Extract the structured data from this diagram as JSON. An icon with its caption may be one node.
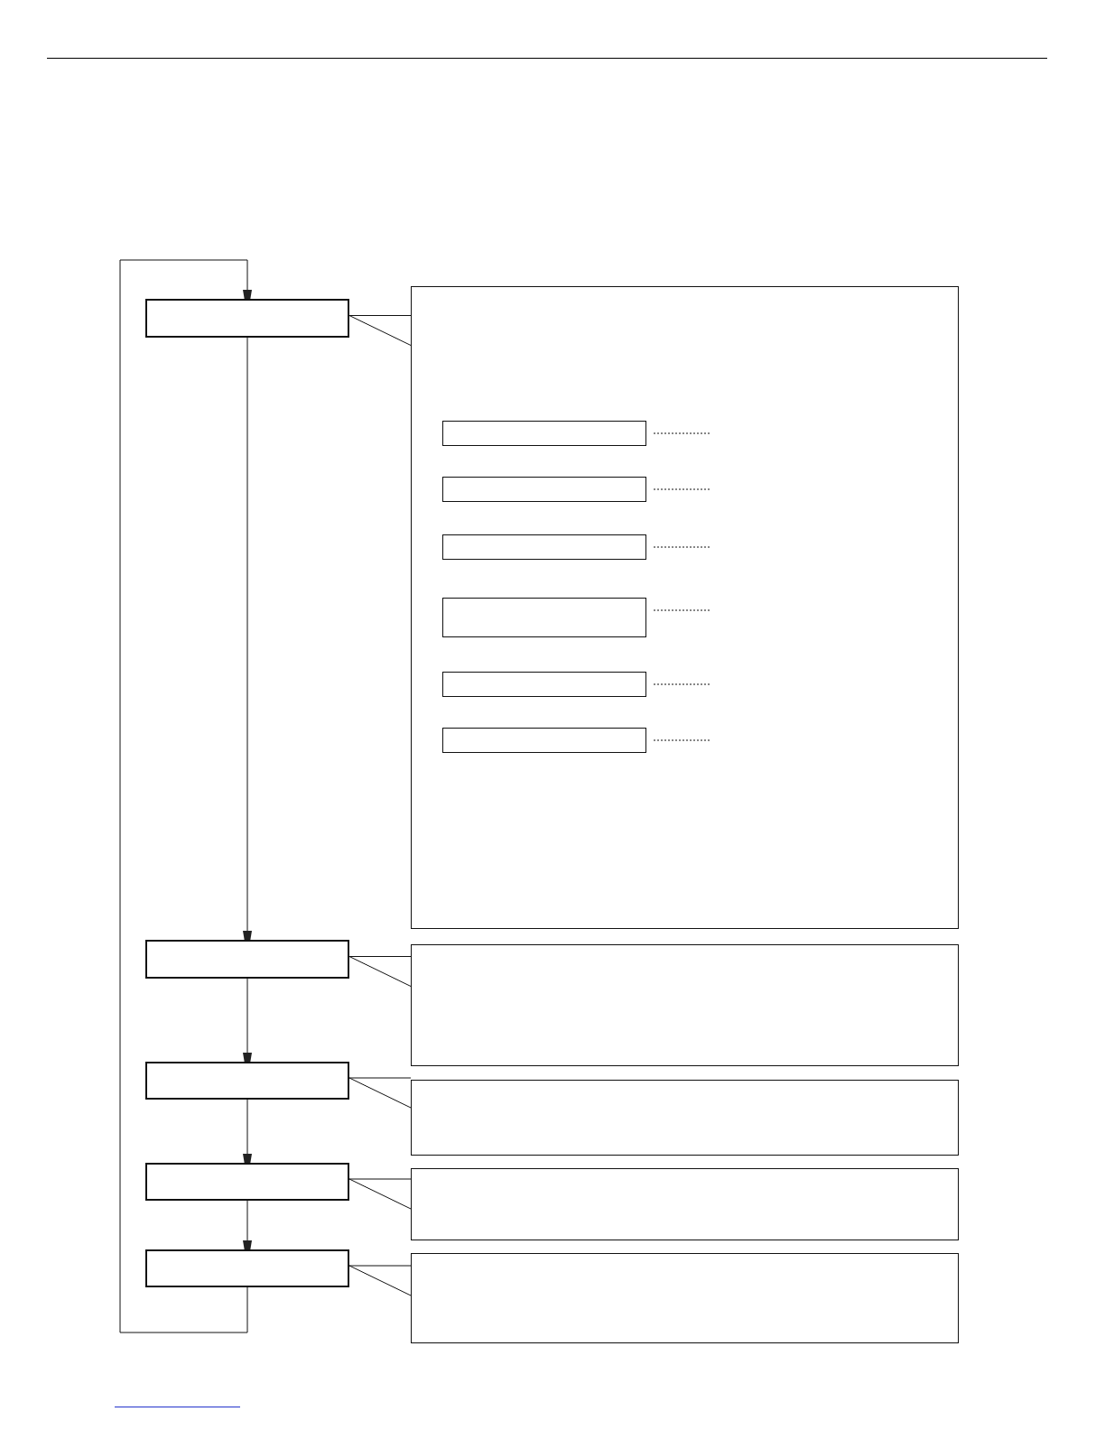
{
  "diagram": {
    "nodes": [
      {
        "text": [],
        "shape": "box"
      },
      {
        "text": [],
        "shape": "box"
      },
      {
        "text": [],
        "shape": "box",
        "in": 1
      },
      {
        "text": [],
        "shape": "box",
        "in": 1
      },
      {
        "text": [],
        "shape": "box",
        "in": 1
      },
      {
        "text": [],
        "shape": "box",
        "in": 1
      },
      {
        "text": [],
        "shape": "box",
        "in": 1
      },
      {
        "text": [],
        "shape": "box",
        "in": 1
      },
      {
        "text": [],
        "shape": "box"
      },
      {
        "text": [],
        "shape": "box"
      },
      {
        "text": [],
        "shape": "box"
      },
      {
        "text": [],
        "shape": "box"
      },
      {
        "text": [],
        "shape": "box"
      },
      {
        "text": [],
        "shape": "box"
      },
      {
        "text": [],
        "shape": "box"
      },
      {
        "text": [],
        "shape": "box"
      }
    ],
    "edges": [
      {
        "from": 0,
        "to": 8,
        "arrow": "to"
      },
      {
        "from": 8,
        "to": 10,
        "arrow": "to"
      },
      {
        "from": 10,
        "to": 12,
        "arrow": "to"
      },
      {
        "from": 12,
        "to": 14,
        "arrow": "to"
      },
      {
        "from": 14,
        "to": 0,
        "arrow": "to"
      },
      {
        "from": 0,
        "to": 1,
        "arrow": "none"
      },
      {
        "from": 8,
        "to": 9,
        "arrow": "none"
      },
      {
        "from": 10,
        "to": 11,
        "arrow": "none"
      },
      {
        "from": 12,
        "to": 13,
        "arrow": "none"
      },
      {
        "from": 14,
        "to": 15,
        "arrow": "none"
      },
      {
        "from": 2,
        "to": null,
        "arrow": "none",
        "style": "dashed"
      },
      {
        "from": 3,
        "to": null,
        "arrow": "none",
        "style": "dashed"
      },
      {
        "from": 4,
        "to": null,
        "arrow": "none",
        "style": "dashed"
      },
      {
        "from": 5,
        "to": null,
        "arrow": "none",
        "style": "dashed"
      },
      {
        "from": 6,
        "to": null,
        "arrow": "none",
        "style": "dashed"
      },
      {
        "from": 7,
        "to": null,
        "arrow": "none",
        "style": "dashed"
      }
    ]
  }
}
